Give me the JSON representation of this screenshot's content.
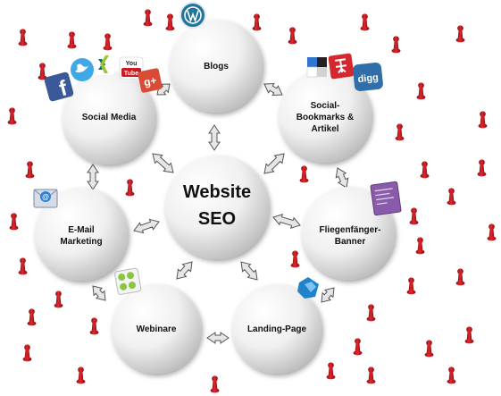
{
  "center": {
    "line1": "Website",
    "line2": "SEO"
  },
  "nodes": {
    "blogs": "Blogs",
    "social_media": "Social Media",
    "social_bookmarks": [
      "Social-",
      "Bookmarks &",
      "Artikel"
    ],
    "email_marketing": [
      "E-Mail",
      "Marketing"
    ],
    "fliegenfaenger": [
      "Fliegenfänger-",
      "Banner"
    ],
    "webinare": "Webinare",
    "landing_page": "Landing-Page"
  },
  "icons": {
    "blogs": "wordpress-icon",
    "social_media": [
      "facebook-icon",
      "twitter-icon",
      "xing-icon",
      "youtube-icon",
      "google-plus-icon"
    ],
    "social_bookmarks": [
      "delicious-icon",
      "bookmark-icon",
      "digg-icon"
    ],
    "email_marketing": "email-icon",
    "fliegenfaenger": "banner-card-icon",
    "webinare": "webinar-icon",
    "landing_page": "landing-page-icon"
  },
  "icon_text": {
    "digg": "digg",
    "youtube": "You Tube",
    "google_plus": "g+"
  },
  "colors": {
    "circle_light": "#ffffff",
    "circle_dark": "#cfcfcf",
    "pawn": "#c4161c",
    "arrow_fill": "#e6e6e6",
    "arrow_stroke": "#555555"
  }
}
